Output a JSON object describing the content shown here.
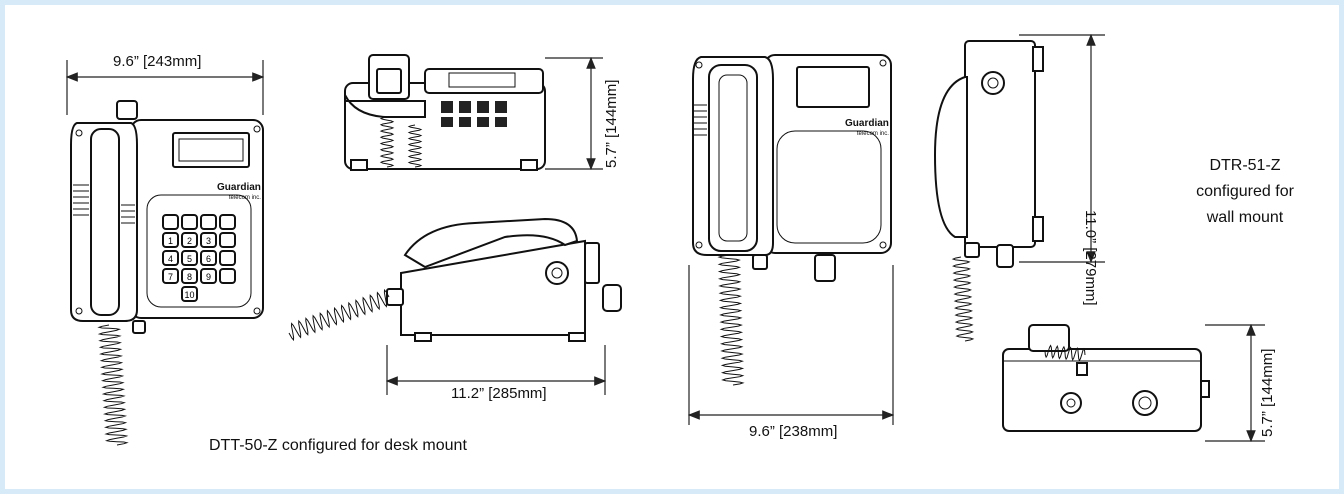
{
  "dimensions": {
    "dtt_width": "9.6” [243mm]",
    "dtt_height": "5.7” [144mm]",
    "dtt_depth": "11.2” [285mm]",
    "dtr_width": "9.6” [238mm]",
    "dtr_height": "11.0” [279mm]",
    "dtr_depth": "5.7” [144mm]"
  },
  "captions": {
    "desk": "DTT-50-Z configured for desk mount",
    "wall_line1": "DTR-51-Z",
    "wall_line2": "configured for",
    "wall_line3": "wall mount"
  },
  "brand": {
    "logo_text": "Guardian",
    "logo_sub": "telecom inc."
  },
  "keypad": [
    "1",
    "2",
    "3",
    "4",
    "5",
    "6",
    "7",
    "8",
    "9",
    "10"
  ],
  "colors": {
    "border": "#d6eaf8",
    "line": "#222222"
  }
}
